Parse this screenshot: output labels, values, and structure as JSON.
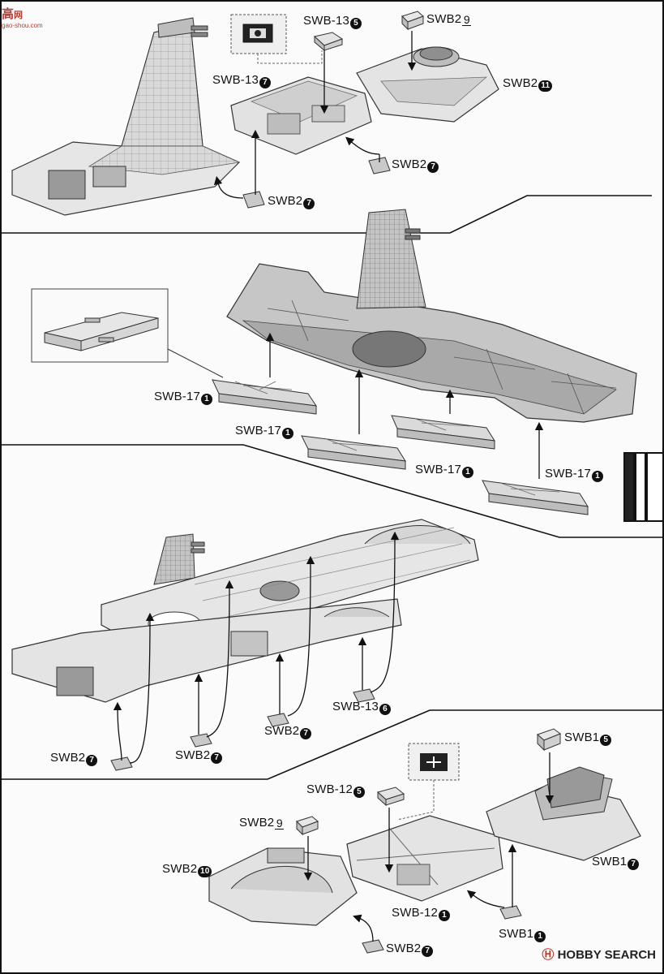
{
  "site_logo": {
    "main": "高",
    "suffix": "网",
    "sub": "gao-shou.com"
  },
  "watermark": {
    "prefix": "HOBBY",
    "suffix": "SEARCH"
  },
  "labels": {
    "swb13_5": {
      "text": "SWB-13",
      "num": "5"
    },
    "swb2_9_top": {
      "text": "SWB2",
      "num": "9"
    },
    "swb13_7": {
      "text": "SWB-13",
      "num": "7"
    },
    "swb2_11": {
      "text": "SWB2",
      "num": "11"
    },
    "swb2_7_a": {
      "text": "SWB2",
      "num": "7"
    },
    "swb2_7_b": {
      "text": "SWB2",
      "num": "7"
    },
    "swb17_1_a": {
      "text": "SWB-17",
      "num": "1"
    },
    "swb17_1_b": {
      "text": "SWB-17",
      "num": "1"
    },
    "swb17_1_c": {
      "text": "SWB-17",
      "num": "1"
    },
    "swb17_1_d": {
      "text": "SWB-17",
      "num": "1"
    },
    "swb13_6": {
      "text": "SWB-13",
      "num": "6"
    },
    "swb2_7_c": {
      "text": "SWB2",
      "num": "7"
    },
    "swb2_7_d": {
      "text": "SWB2",
      "num": "7"
    },
    "swb2_7_e": {
      "text": "SWB2",
      "num": "7"
    },
    "swb1_5": {
      "text": "SWB1",
      "num": "5"
    },
    "swb12_5": {
      "text": "SWB-12",
      "num": "5"
    },
    "swb2_9_bot": {
      "text": "SWB2",
      "num": "9"
    },
    "swb1_7": {
      "text": "SWB1",
      "num": "7"
    },
    "swb2_10": {
      "text": "SWB2",
      "num": "10"
    },
    "swb12_1": {
      "text": "SWB-12",
      "num": "1"
    },
    "swb1_1": {
      "text": "SWB1",
      "num": "1"
    },
    "swb2_7_f": {
      "text": "SWB2",
      "num": "7"
    }
  }
}
